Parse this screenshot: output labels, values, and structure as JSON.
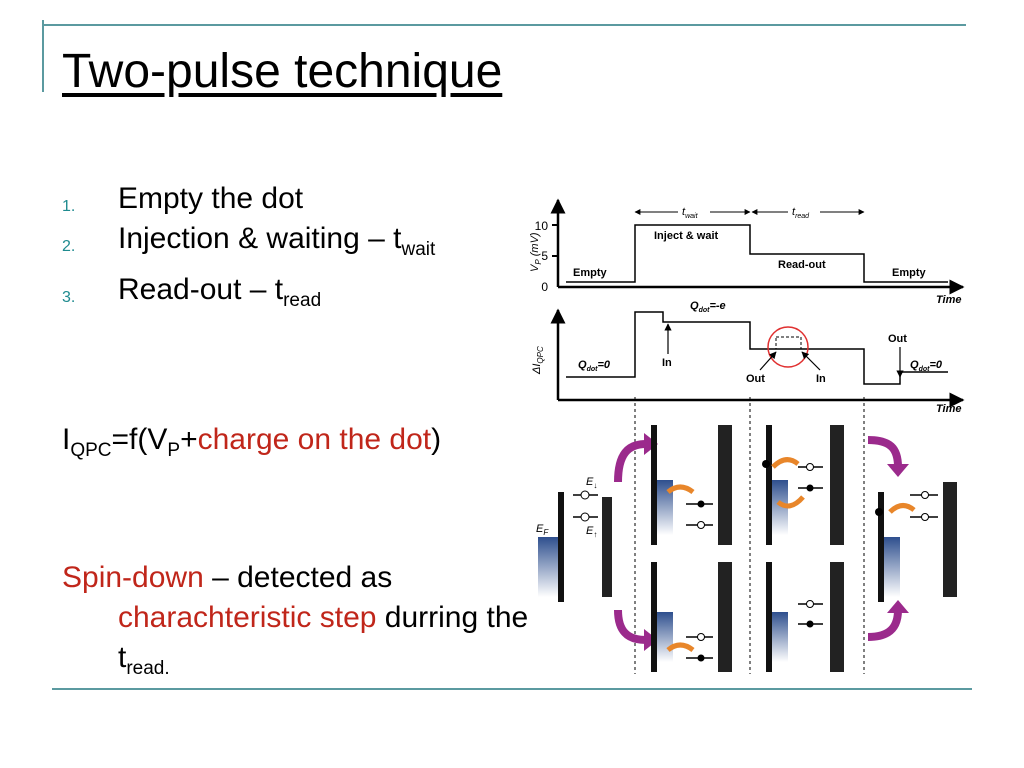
{
  "slide": {
    "title": "Two-pulse technique",
    "list": [
      {
        "num": "1.",
        "text": "Empty the dot",
        "sub": ""
      },
      {
        "num": "2.",
        "text": "Injection & waiting – t",
        "sub": "wait"
      },
      {
        "num": "3.",
        "text": "Read-out – t",
        "sub": "read"
      }
    ],
    "formula": {
      "p1": "I",
      "s1": "QPC",
      "p2": "=f(V",
      "s2": "P",
      "p3": "+",
      "red": "charge on the dot",
      "p4": ")"
    },
    "spin": {
      "red1": "Spin-down",
      "p1": " – detected as ",
      "red2": "charachteristic step",
      "p2": " durring the t",
      "sub": "read."
    }
  },
  "figure": {
    "top_panel": {
      "ylabel": "V",
      "ylabel_sub": "P",
      "ylabel_unit": "(mV)",
      "ytick_10": "10",
      "ytick_5": "5",
      "ytick_0": "0",
      "t_wait": "t",
      "t_wait_sub": "wait",
      "t_read": "t",
      "t_read_sub": "read",
      "label_empty1": "Empty",
      "label_inject": "Inject & wait",
      "label_readout": "Read-out",
      "label_empty2": "Empty",
      "xlabel": "Time"
    },
    "bottom_panel": {
      "ylabel": "ΔI",
      "ylabel_sub": "QPC",
      "q0_left": "Q",
      "q0_left_sub": "dot",
      "q0_left_val": "=0",
      "qe": "Q",
      "qe_sub": "dot",
      "qe_val": "=-e",
      "q0_right": "Q",
      "q0_right_sub": "dot",
      "q0_right_val": "=0",
      "in1": "In",
      "out1": "Out",
      "in2": "In",
      "out2": "Out",
      "xlabel": "Time"
    },
    "diagram": {
      "e_up": "E",
      "e_up_sub": "↓",
      "e_down": "E",
      "e_down_sub": "↑",
      "e_fermi": "E",
      "e_fermi_sub": "F"
    },
    "colors": {
      "arrow_purple": "#9b2a8c",
      "arrow_orange": "#e8862a",
      "reservoir_blue": "#3c5a9a",
      "circle_red": "#e03030"
    }
  }
}
